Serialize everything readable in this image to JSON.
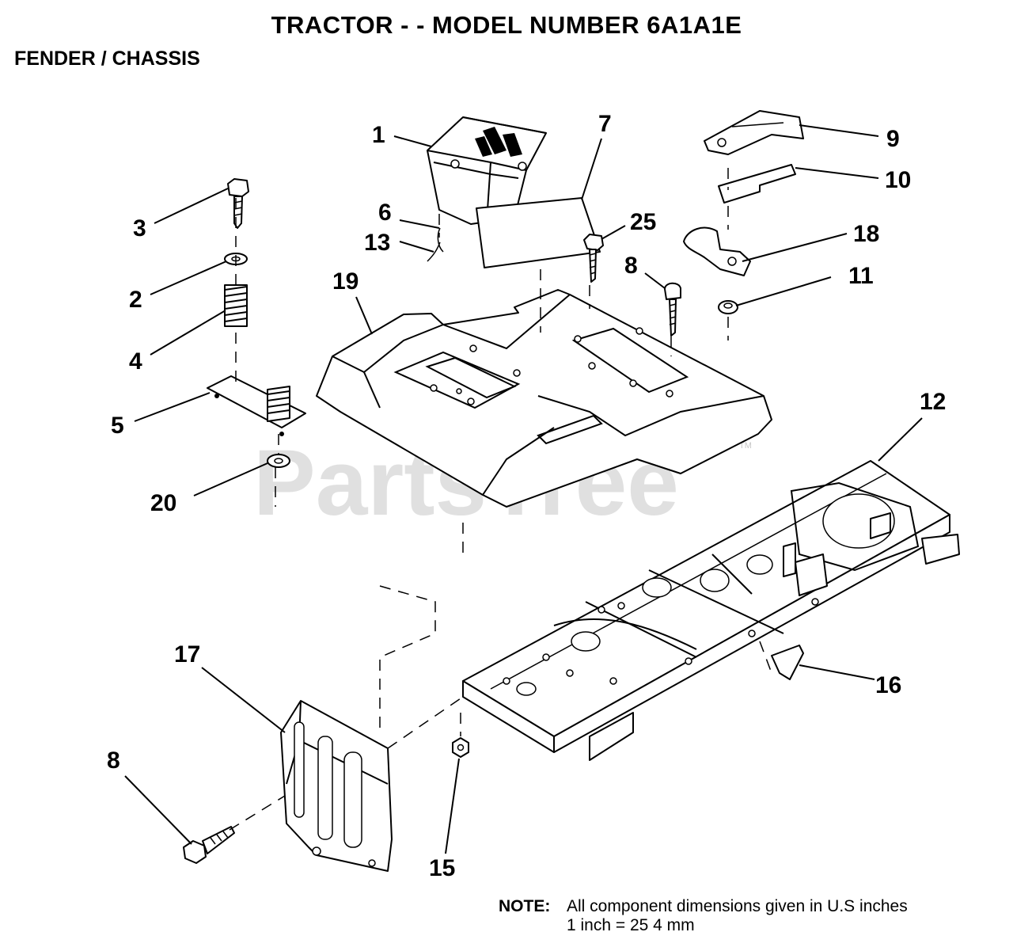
{
  "title": "TRACTOR - - MODEL NUMBER 6A1A1E",
  "subtitle": "FENDER / CHASSIS",
  "watermark": "PartsTree",
  "watermark_tm": "TM",
  "note": {
    "label": "NOTE:",
    "line1": "All component dimensions given in U.S  inches",
    "line2": "1 inch = 25 4 mm"
  },
  "callouts": {
    "c1": "1",
    "c2": "2",
    "c3": "3",
    "c4": "4",
    "c5": "5",
    "c6": "6",
    "c7": "7",
    "c8a": "8",
    "c8b": "8",
    "c9": "9",
    "c10": "10",
    "c11": "11",
    "c12": "12",
    "c13": "13",
    "c15": "15",
    "c16": "16",
    "c17": "17",
    "c18": "18",
    "c19": "19",
    "c20": "20",
    "c25": "25"
  }
}
